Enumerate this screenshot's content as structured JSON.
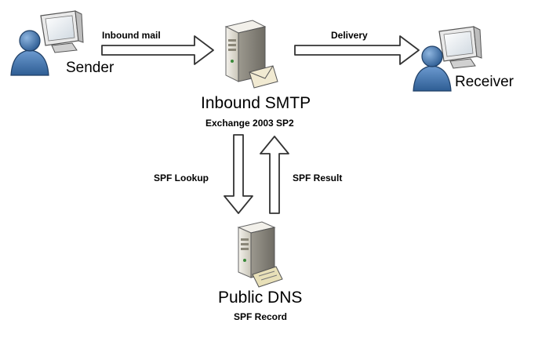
{
  "nodes": {
    "sender": {
      "label": "Sender"
    },
    "receiver": {
      "label": "Receiver"
    },
    "inbound_smtp": {
      "label": "Inbound SMTP",
      "sublabel": "Exchange 2003 SP2"
    },
    "public_dns": {
      "label": "Public DNS",
      "sublabel": "SPF Record"
    }
  },
  "edges": {
    "inbound_mail": {
      "label": "Inbound mail",
      "from": "Sender",
      "to": "Inbound SMTP"
    },
    "delivery": {
      "label": "Delivery",
      "from": "Inbound SMTP",
      "to": "Receiver"
    },
    "spf_lookup": {
      "label": "SPF Lookup",
      "from": "Inbound SMTP",
      "to": "Public DNS"
    },
    "spf_result": {
      "label": "SPF Result",
      "from": "Public DNS",
      "to": "Inbound SMTP"
    }
  },
  "colors": {
    "user_blue": "#3b6ea5",
    "monitor_gray": "#d9d9d9",
    "server_beige": "#e6e2d6",
    "arrow_stroke": "#333333"
  }
}
